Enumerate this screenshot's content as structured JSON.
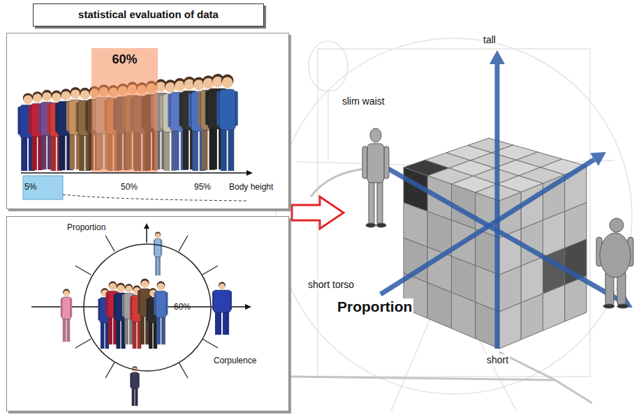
{
  "diagram": {
    "title": "statistical evaluation of data",
    "nodes": [
      {
        "text": [
          "5%",
          "50%",
          "95%",
          "Body height"
        ]
      },
      {
        "text": [
          "60%"
        ],
        "in": 0
      },
      {
        "text": [
          "Proportion",
          "Corpulence"
        ]
      },
      {
        "text": [
          "60%"
        ],
        "in": 2
      }
    ],
    "labels": [
      "tall",
      "slim waist",
      "short torso",
      "Proportion",
      "short"
    ]
  }
}
